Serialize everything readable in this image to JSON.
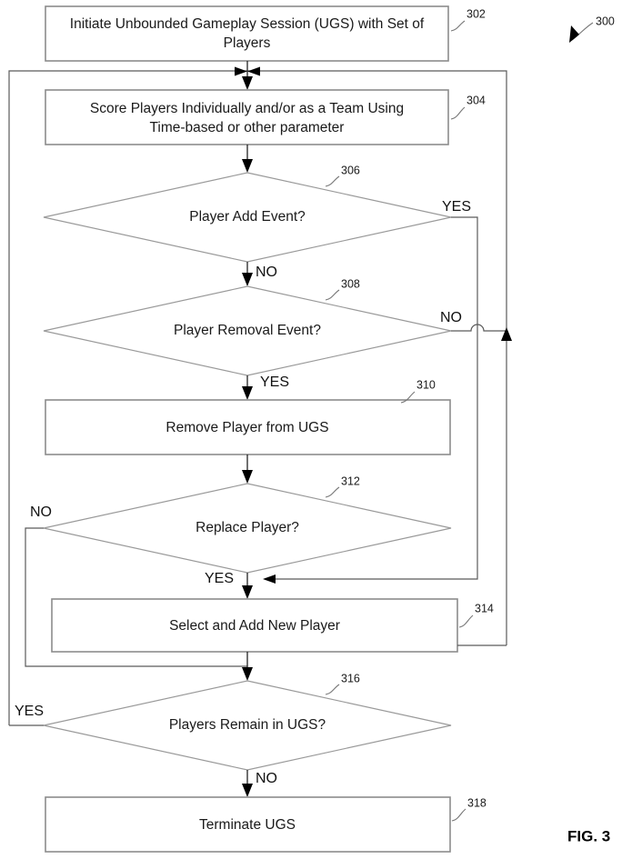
{
  "figure": {
    "label": "FIG. 3",
    "diagram_ref": "300"
  },
  "nodes": [
    {
      "ref": "302",
      "type": "process",
      "line1": "Initiate Unbounded Gameplay Session (UGS) with Set of",
      "line2": "Players"
    },
    {
      "ref": "304",
      "type": "process",
      "line1": "Score Players Individually and/or as a Team Using",
      "line2": "Time-based or other parameter"
    },
    {
      "ref": "306",
      "type": "decision",
      "line1": "Player Add Event?",
      "line2": ""
    },
    {
      "ref": "308",
      "type": "decision",
      "line1": "Player Removal Event?",
      "line2": ""
    },
    {
      "ref": "310",
      "type": "process",
      "line1": "Remove Player from UGS",
      "line2": ""
    },
    {
      "ref": "312",
      "type": "decision",
      "line1": "Replace Player?",
      "line2": ""
    },
    {
      "ref": "314",
      "type": "process",
      "line1": "Select and Add New Player",
      "line2": ""
    },
    {
      "ref": "316",
      "type": "decision",
      "line1": "Players Remain in UGS?",
      "line2": ""
    },
    {
      "ref": "318",
      "type": "process",
      "line1": "Terminate UGS",
      "line2": ""
    }
  ],
  "branch_labels": {
    "add_event_yes": "YES",
    "add_event_no": "NO",
    "removal_event_no": "NO",
    "removal_event_yes": "YES",
    "replace_player_no": "NO",
    "replace_player_yes": "YES",
    "players_remain_yes": "YES",
    "players_remain_no": "NO"
  },
  "colors": {
    "background": "#ffffff",
    "node_stroke": "#8c8c8c",
    "diamond_stroke": "#9a9a9a",
    "connector": "#5a5a5a",
    "text": "#1a1a1a",
    "arrowhead": "#000000"
  }
}
